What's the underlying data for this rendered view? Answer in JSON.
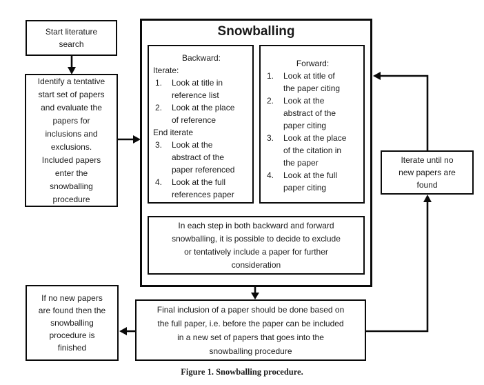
{
  "colors": {
    "border": "#0a0a0a",
    "text": "#1a1a1a",
    "background": "#ffffff"
  },
  "caption": "Figure 1. Snowballing procedure.",
  "container": {
    "title": "Snowballing"
  },
  "boxes": {
    "start": {
      "text": "Start literature\nsearch"
    },
    "identify": {
      "text": "Identify a tentative\nstart set of papers\nand evaluate the\npapers for\ninclusions and\nexclusions.\nIncluded papers\nenter the\nsnowballing\nprocedure"
    },
    "backward": {
      "heading": "Backward:",
      "iterate_label": "Iterate:",
      "end_iterate_label": "End iterate",
      "items": [
        {
          "num": "1.",
          "text": "Look at title in\nreference list"
        },
        {
          "num": "2.",
          "text": "Look at the place\nof reference"
        },
        {
          "num": "3.",
          "text": "Look at the\nabstract of the\npaper referenced"
        },
        {
          "num": "4.",
          "text": "Look at the full\nreferences paper"
        }
      ]
    },
    "forward": {
      "heading": "Forward:",
      "items": [
        {
          "num": "1.",
          "text": "Look at title of\nthe paper citing"
        },
        {
          "num": "2.",
          "text": "Look at the\nabstract of the\npaper citing"
        },
        {
          "num": "3.",
          "text": "Look at the place\nof the citation in\nthe paper"
        },
        {
          "num": "4.",
          "text": "Look at the full\npaper citing"
        }
      ]
    },
    "each_step": {
      "text": "In each step in both backward and forward\nsnowballing, it is possible to decide to exclude\nor tentatively include a paper for further\nconsideration"
    },
    "final_inclusion": {
      "text": "Final inclusion of a paper should be done based on\nthe full paper, i.e. before the paper can be included\nin a new set of papers that goes into the\nsnowballing procedure"
    },
    "no_new_papers": {
      "text": "If no new papers\nare found then the\nsnowballing\nprocedure is\nfinished"
    },
    "iterate_until": {
      "text": "Iterate until no\nnew papers are\nfound"
    }
  }
}
